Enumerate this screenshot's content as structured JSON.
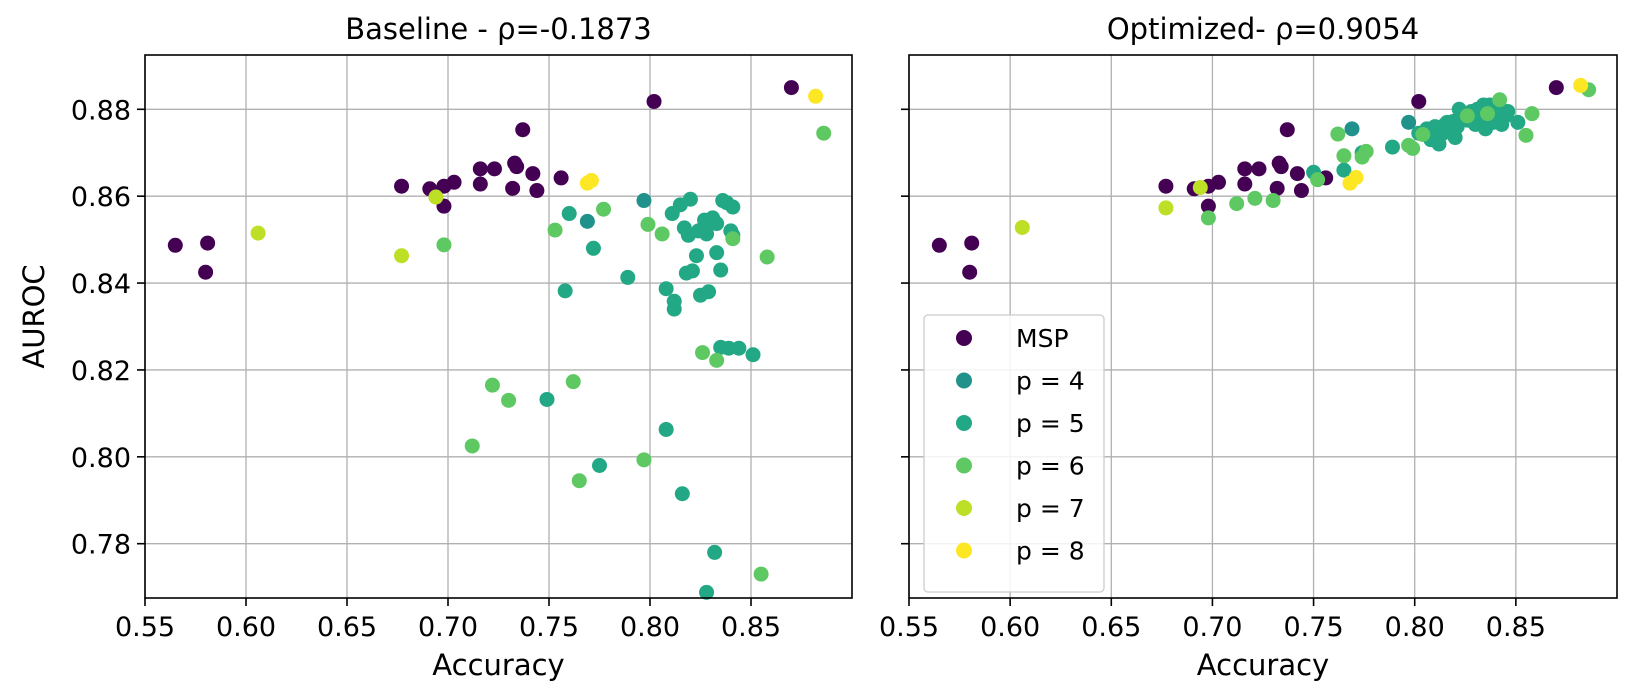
{
  "chart_data": [
    {
      "type": "scatter",
      "title": "Baseline - ρ=-0.1873",
      "xlabel": "Accuracy",
      "ylabel": "AUROC",
      "xlim": [
        0.55,
        0.9
      ],
      "ylim": [
        0.7675,
        0.8925
      ],
      "xticks": [
        "0.55",
        "0.60",
        "0.65",
        "0.70",
        "0.75",
        "0.80",
        "0.85"
      ],
      "yticks": [
        "0.78",
        "0.80",
        "0.82",
        "0.84",
        "0.86",
        "0.88"
      ],
      "grid": true,
      "series": [
        {
          "name": "MSP",
          "color": "#440154",
          "points": [
            [
              0.565,
              0.8487
            ],
            [
              0.581,
              0.8492
            ],
            [
              0.58,
              0.8425
            ],
            [
              0.677,
              0.8623
            ],
            [
              0.691,
              0.8617
            ],
            [
              0.698,
              0.8577
            ],
            [
              0.698,
              0.8623
            ],
            [
              0.703,
              0.8632
            ],
            [
              0.716,
              0.8663
            ],
            [
              0.716,
              0.8628
            ],
            [
              0.723,
              0.8663
            ],
            [
              0.732,
              0.8618
            ],
            [
              0.733,
              0.8676
            ],
            [
              0.734,
              0.8668
            ],
            [
              0.737,
              0.8753
            ],
            [
              0.742,
              0.8652
            ],
            [
              0.744,
              0.8613
            ],
            [
              0.756,
              0.8642
            ],
            [
              0.802,
              0.8818
            ],
            [
              0.87,
              0.885
            ]
          ]
        },
        {
          "name": "p = 4",
          "color": "#21918c",
          "points": [
            [
              0.769,
              0.8542
            ],
            [
              0.797,
              0.859
            ]
          ]
        },
        {
          "name": "p = 5",
          "color": "#22a884",
          "points": [
            [
              0.749,
              0.8132
            ],
            [
              0.758,
              0.8382
            ],
            [
              0.76,
              0.856
            ],
            [
              0.772,
              0.848
            ],
            [
              0.775,
              0.798
            ],
            [
              0.789,
              0.8413
            ],
            [
              0.808,
              0.8063
            ],
            [
              0.808,
              0.8387
            ],
            [
              0.811,
              0.856
            ],
            [
              0.812,
              0.8358
            ],
            [
              0.812,
              0.834
            ],
            [
              0.815,
              0.858
            ],
            [
              0.816,
              0.7915
            ],
            [
              0.817,
              0.8527
            ],
            [
              0.818,
              0.8423
            ],
            [
              0.819,
              0.851
            ],
            [
              0.82,
              0.8593
            ],
            [
              0.821,
              0.8428
            ],
            [
              0.823,
              0.8463
            ],
            [
              0.824,
              0.852
            ],
            [
              0.825,
              0.8372
            ],
            [
              0.827,
              0.8545
            ],
            [
              0.828,
              0.8513
            ],
            [
              0.828,
              0.7688
            ],
            [
              0.829,
              0.838
            ],
            [
              0.83,
              0.854
            ],
            [
              0.831,
              0.855
            ],
            [
              0.832,
              0.778
            ],
            [
              0.833,
              0.847
            ],
            [
              0.833,
              0.8537
            ],
            [
              0.835,
              0.843
            ],
            [
              0.835,
              0.8252
            ],
            [
              0.836,
              0.859
            ],
            [
              0.838,
              0.8585
            ],
            [
              0.839,
              0.825
            ],
            [
              0.84,
              0.852
            ],
            [
              0.841,
              0.851
            ],
            [
              0.841,
              0.8575
            ],
            [
              0.844,
              0.825
            ],
            [
              0.851,
              0.8235
            ]
          ]
        },
        {
          "name": "p = 6",
          "color": "#5ec962",
          "points": [
            [
              0.698,
              0.8488
            ],
            [
              0.712,
              0.8025
            ],
            [
              0.722,
              0.8165
            ],
            [
              0.73,
              0.813
            ],
            [
              0.753,
              0.8522
            ],
            [
              0.762,
              0.8173
            ],
            [
              0.765,
              0.7945
            ],
            [
              0.777,
              0.857
            ],
            [
              0.797,
              0.7993
            ],
            [
              0.799,
              0.8535
            ],
            [
              0.806,
              0.8513
            ],
            [
              0.826,
              0.824
            ],
            [
              0.833,
              0.8222
            ],
            [
              0.841,
              0.8502
            ],
            [
              0.855,
              0.773
            ],
            [
              0.858,
              0.846
            ],
            [
              0.886,
              0.8745
            ]
          ]
        },
        {
          "name": "p = 7",
          "color": "#bddf26",
          "points": [
            [
              0.606,
              0.8515
            ],
            [
              0.677,
              0.8463
            ],
            [
              0.694,
              0.8598
            ]
          ]
        },
        {
          "name": "p = 8",
          "color": "#fde725",
          "points": [
            [
              0.769,
              0.863
            ],
            [
              0.771,
              0.8636
            ],
            [
              0.882,
              0.883
            ]
          ]
        }
      ]
    },
    {
      "type": "scatter",
      "title": "Optimized- ρ=0.9054",
      "xlabel": "Accuracy",
      "ylabel": "",
      "xlim": [
        0.55,
        0.9
      ],
      "ylim": [
        0.7675,
        0.8925
      ],
      "xticks": [
        "0.55",
        "0.60",
        "0.65",
        "0.70",
        "0.75",
        "0.80",
        "0.85"
      ],
      "yticks": [
        "",
        "",
        "",
        "",
        "",
        ""
      ],
      "grid": true,
      "legend": "lower-left",
      "series": [
        {
          "name": "MSP",
          "color": "#440154",
          "points": [
            [
              0.565,
              0.8487
            ],
            [
              0.581,
              0.8492
            ],
            [
              0.58,
              0.8425
            ],
            [
              0.677,
              0.8623
            ],
            [
              0.691,
              0.8617
            ],
            [
              0.698,
              0.8577
            ],
            [
              0.698,
              0.8623
            ],
            [
              0.703,
              0.8632
            ],
            [
              0.716,
              0.8663
            ],
            [
              0.716,
              0.8628
            ],
            [
              0.723,
              0.8663
            ],
            [
              0.732,
              0.8618
            ],
            [
              0.733,
              0.8676
            ],
            [
              0.734,
              0.8668
            ],
            [
              0.737,
              0.8753
            ],
            [
              0.742,
              0.8652
            ],
            [
              0.744,
              0.8613
            ],
            [
              0.756,
              0.8642
            ],
            [
              0.802,
              0.8818
            ],
            [
              0.87,
              0.885
            ]
          ]
        },
        {
          "name": "p = 4",
          "color": "#21918c",
          "points": [
            [
              0.769,
              0.8755
            ],
            [
              0.797,
              0.877
            ]
          ]
        },
        {
          "name": "p = 5",
          "color": "#22a884",
          "points": [
            [
              0.75,
              0.8655
            ],
            [
              0.765,
              0.866
            ],
            [
              0.774,
              0.87
            ],
            [
              0.789,
              0.8713
            ],
            [
              0.802,
              0.8745
            ],
            [
              0.806,
              0.8755
            ],
            [
              0.808,
              0.873
            ],
            [
              0.81,
              0.876
            ],
            [
              0.811,
              0.8735
            ],
            [
              0.812,
              0.872
            ],
            [
              0.814,
              0.8745
            ],
            [
              0.815,
              0.8765
            ],
            [
              0.816,
              0.877
            ],
            [
              0.818,
              0.8755
            ],
            [
              0.819,
              0.8772
            ],
            [
              0.82,
              0.8735
            ],
            [
              0.821,
              0.876
            ],
            [
              0.822,
              0.88
            ],
            [
              0.823,
              0.878
            ],
            [
              0.825,
              0.879
            ],
            [
              0.826,
              0.8775
            ],
            [
              0.828,
              0.8795
            ],
            [
              0.829,
              0.878
            ],
            [
              0.83,
              0.8765
            ],
            [
              0.831,
              0.88
            ],
            [
              0.832,
              0.8785
            ],
            [
              0.833,
              0.879
            ],
            [
              0.834,
              0.881
            ],
            [
              0.835,
              0.8755
            ],
            [
              0.836,
              0.878
            ],
            [
              0.837,
              0.881
            ],
            [
              0.838,
              0.879
            ],
            [
              0.839,
              0.877
            ],
            [
              0.84,
              0.8795
            ],
            [
              0.841,
              0.878
            ],
            [
              0.842,
              0.8805
            ],
            [
              0.843,
              0.8765
            ],
            [
              0.845,
              0.8785
            ],
            [
              0.846,
              0.8795
            ],
            [
              0.851,
              0.877
            ]
          ]
        },
        {
          "name": "p = 6",
          "color": "#5ec962",
          "points": [
            [
              0.698,
              0.855
            ],
            [
              0.712,
              0.8583
            ],
            [
              0.721,
              0.8595
            ],
            [
              0.73,
              0.859
            ],
            [
              0.752,
              0.8638
            ],
            [
              0.762,
              0.8743
            ],
            [
              0.765,
              0.8693
            ],
            [
              0.774,
              0.869
            ],
            [
              0.776,
              0.8703
            ],
            [
              0.797,
              0.8717
            ],
            [
              0.799,
              0.871
            ],
            [
              0.804,
              0.8742
            ],
            [
              0.826,
              0.8785
            ],
            [
              0.836,
              0.879
            ],
            [
              0.842,
              0.8822
            ],
            [
              0.855,
              0.874
            ],
            [
              0.858,
              0.879
            ],
            [
              0.886,
              0.8845
            ]
          ]
        },
        {
          "name": "p = 7",
          "color": "#bddf26",
          "points": [
            [
              0.606,
              0.8528
            ],
            [
              0.677,
              0.8573
            ],
            [
              0.694,
              0.862
            ]
          ]
        },
        {
          "name": "p = 8",
          "color": "#fde725",
          "points": [
            [
              0.768,
              0.863
            ],
            [
              0.771,
              0.8643
            ],
            [
              0.882,
              0.8855
            ]
          ]
        }
      ]
    }
  ]
}
